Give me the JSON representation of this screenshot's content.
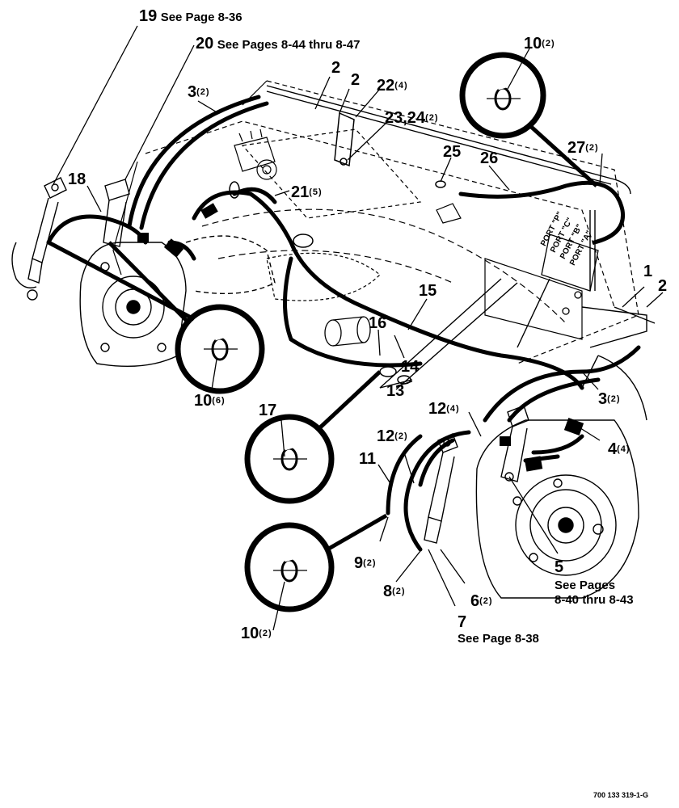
{
  "callouts": [
    {
      "id": "c19",
      "num": "19",
      "qty": "",
      "note": "See Page 8-36"
    },
    {
      "id": "c20",
      "num": "20",
      "qty": "",
      "note": "See Pages 8-44 thru 8-47"
    },
    {
      "id": "c10a",
      "num": "10",
      "qty": "(2)",
      "note": ""
    },
    {
      "id": "c2a",
      "num": "2",
      "qty": "",
      "note": ""
    },
    {
      "id": "c2b",
      "num": "2",
      "qty": "",
      "note": ""
    },
    {
      "id": "c22",
      "num": "22",
      "qty": "(4)",
      "note": ""
    },
    {
      "id": "c3a",
      "num": "3",
      "qty": "(2)",
      "note": ""
    },
    {
      "id": "c2324",
      "num": "23,24",
      "qty": "(2)",
      "note": ""
    },
    {
      "id": "c27",
      "num": "27",
      "qty": "(2)",
      "note": ""
    },
    {
      "id": "c25",
      "num": "25",
      "qty": "",
      "note": ""
    },
    {
      "id": "c26",
      "num": "26",
      "qty": "",
      "note": ""
    },
    {
      "id": "c18",
      "num": "18",
      "qty": "",
      "note": ""
    },
    {
      "id": "c21",
      "num": "21",
      "qty": "(5)",
      "note": ""
    },
    {
      "id": "c1",
      "num": "1",
      "qty": "",
      "note": ""
    },
    {
      "id": "c2c",
      "num": "2",
      "qty": "",
      "note": ""
    },
    {
      "id": "c15",
      "num": "15",
      "qty": "",
      "note": ""
    },
    {
      "id": "c16",
      "num": "16",
      "qty": "",
      "note": ""
    },
    {
      "id": "c14",
      "num": "14",
      "qty": "",
      "note": ""
    },
    {
      "id": "c10b",
      "num": "10",
      "qty": "(6)",
      "note": ""
    },
    {
      "id": "c3b",
      "num": "3",
      "qty": "(2)",
      "note": ""
    },
    {
      "id": "c13",
      "num": "13",
      "qty": "",
      "note": ""
    },
    {
      "id": "c12a",
      "num": "12",
      "qty": "(4)",
      "note": ""
    },
    {
      "id": "c17",
      "num": "17",
      "qty": "",
      "note": ""
    },
    {
      "id": "c4",
      "num": "4",
      "qty": "(4)",
      "note": ""
    },
    {
      "id": "c12b",
      "num": "12",
      "qty": "(2)",
      "note": ""
    },
    {
      "id": "c11",
      "num": "11",
      "qty": "",
      "note": ""
    },
    {
      "id": "c9",
      "num": "9",
      "qty": "(2)",
      "note": ""
    },
    {
      "id": "c5",
      "num": "5",
      "qty": "",
      "note": "See Pages\n8-40 thru 8-43"
    },
    {
      "id": "c8",
      "num": "8",
      "qty": "(2)",
      "note": ""
    },
    {
      "id": "c6",
      "num": "6",
      "qty": "(2)",
      "note": ""
    },
    {
      "id": "c7",
      "num": "7",
      "qty": "",
      "note": "See Page 8-38"
    },
    {
      "id": "c10c",
      "num": "10",
      "qty": "(2)",
      "note": ""
    }
  ],
  "ports": [
    "PORT \"P\"",
    "PORT \"C\"",
    "PORT \"B\"",
    "PORT \"A\""
  ],
  "drawing_number": "700 133 319-1-G"
}
